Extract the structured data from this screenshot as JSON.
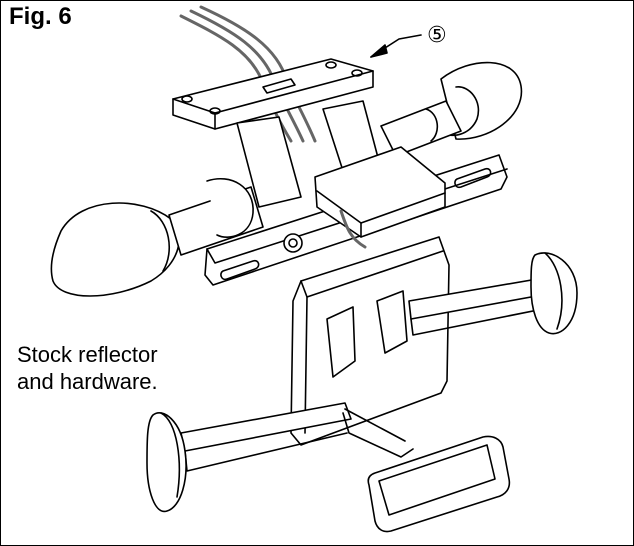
{
  "figure": {
    "title": "Fig. 6",
    "callout": "⑤",
    "caption_line1": "Stock reflector",
    "caption_line2": "and hardware."
  }
}
